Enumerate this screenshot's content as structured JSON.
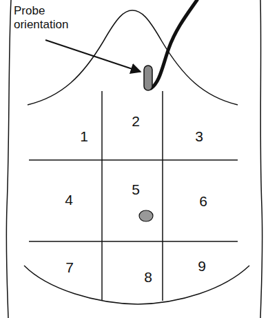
{
  "diagram": {
    "labels": [
      "Probe orientation",
      "1",
      "2",
      "3",
      "4",
      "5",
      "6",
      "7",
      "8",
      "9"
    ]
  }
}
